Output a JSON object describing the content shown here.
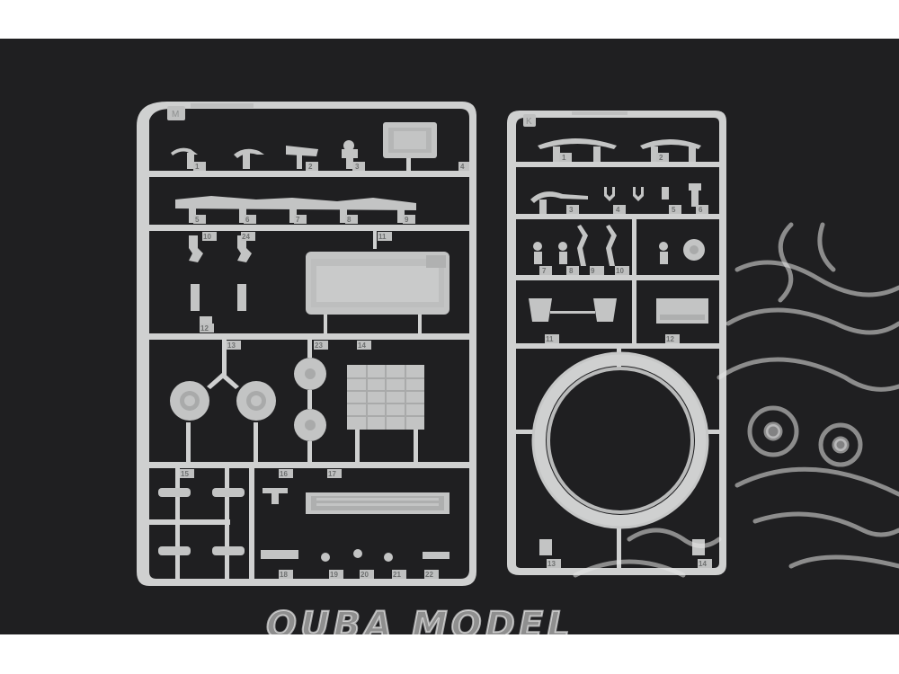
{
  "frames": [
    {
      "letter": "M",
      "part_numbers": [
        "1",
        "2",
        "3",
        "4",
        "5",
        "6",
        "7",
        "8",
        "9",
        "10",
        "11",
        "12",
        "13",
        "14",
        "15",
        "16",
        "17",
        "18",
        "19",
        "20",
        "21",
        "22",
        "23",
        "24"
      ]
    },
    {
      "letter": "K",
      "part_numbers": [
        "1",
        "2",
        "3",
        "4",
        "5",
        "6",
        "7",
        "8",
        "9",
        "10",
        "11",
        "12",
        "13",
        "14"
      ]
    }
  ],
  "watermark": {
    "text": "OUBA MODEL"
  },
  "colors": {
    "background": "#1f1f21",
    "plastic": "#cfd0d0",
    "page": "#ffffff"
  }
}
